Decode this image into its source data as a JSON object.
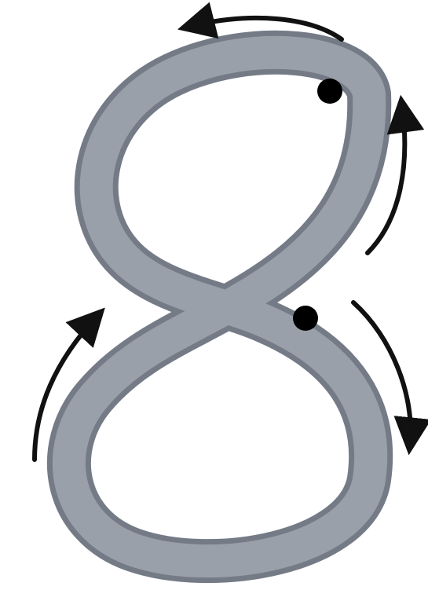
{
  "figure": {
    "digit_shape": "8",
    "colors": {
      "stroke_fill": "#9aa0aa",
      "stroke_edge": "#6d7480",
      "arrow": "#111111",
      "dot": "#000000",
      "background": "#ffffff"
    },
    "icons": [
      "start-dot",
      "crossing-dot",
      "curved-arrow"
    ]
  }
}
